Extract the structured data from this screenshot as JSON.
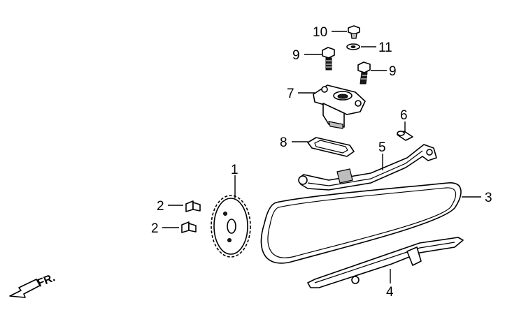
{
  "diagram": {
    "callouts": [
      {
        "id": "callout-1",
        "label": "1"
      },
      {
        "id": "callout-2a",
        "label": "2"
      },
      {
        "id": "callout-2b",
        "label": "2"
      },
      {
        "id": "callout-3",
        "label": "3"
      },
      {
        "id": "callout-4",
        "label": "4"
      },
      {
        "id": "callout-5",
        "label": "5"
      },
      {
        "id": "callout-6",
        "label": "6"
      },
      {
        "id": "callout-7",
        "label": "7"
      },
      {
        "id": "callout-8",
        "label": "8"
      },
      {
        "id": "callout-9a",
        "label": "9"
      },
      {
        "id": "callout-9b",
        "label": "9"
      },
      {
        "id": "callout-10",
        "label": "10"
      },
      {
        "id": "callout-11",
        "label": "11"
      }
    ],
    "front_indicator": "FR.",
    "colors": {
      "line": "#000000",
      "shade": "#bdbdbd",
      "background": "#ffffff"
    }
  }
}
